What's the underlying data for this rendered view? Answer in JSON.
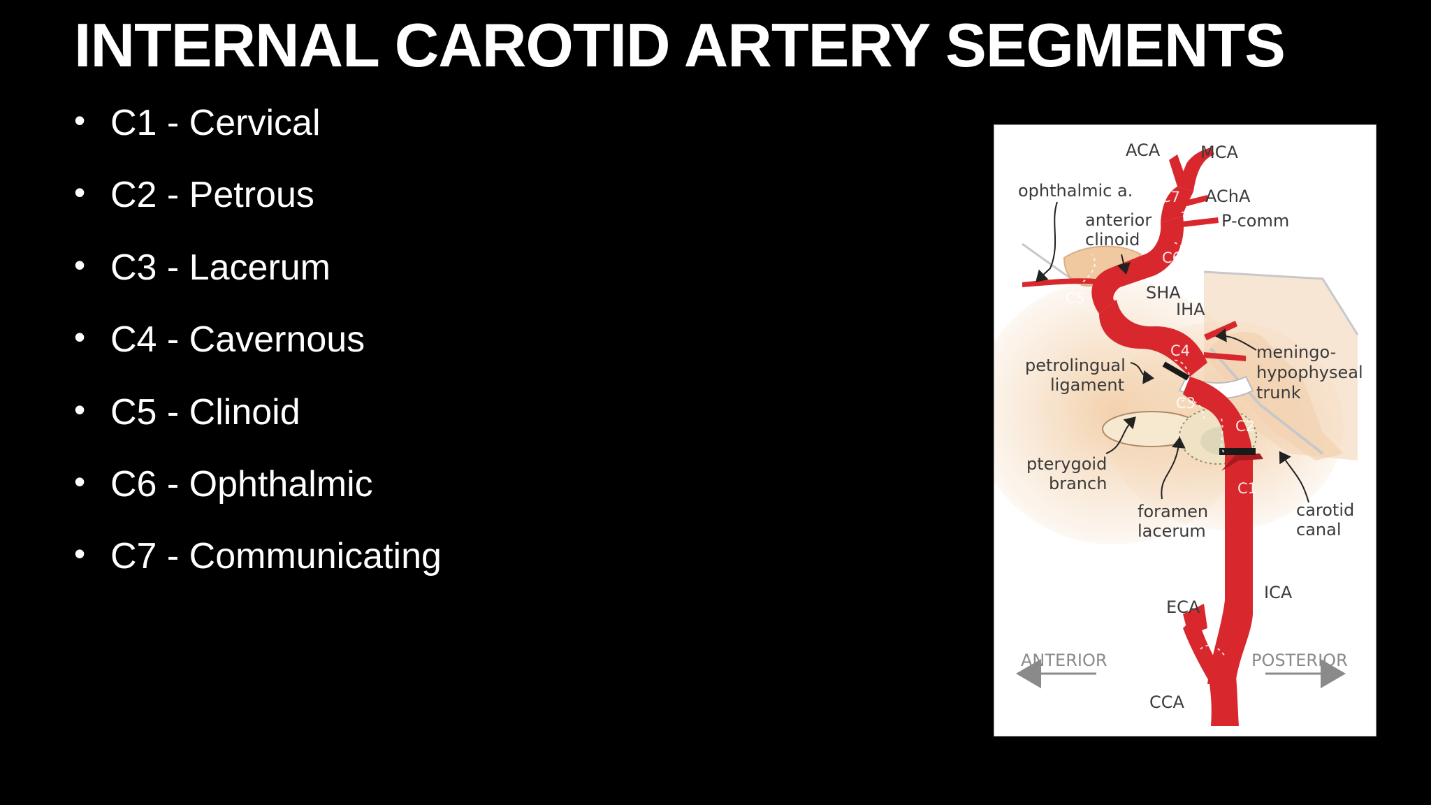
{
  "slide": {
    "title": "INTERNAL CAROTID ARTERY SEGMENTS",
    "bullets": [
      "C1 - Cervical",
      "C2 - Petrous",
      "C3 - Lacerum",
      "C4 - Cavernous",
      "C5 - Clinoid",
      "C6 - Ophthalmic",
      "C7 - Communicating"
    ]
  },
  "diagram": {
    "labels": {
      "aca": "ACA",
      "mca": "MCA",
      "ophthalmic": "ophthalmic a.",
      "acha": "AChA",
      "pcomm": "P-comm",
      "anterior_clinoid_1": "anterior",
      "anterior_clinoid_2": "clinoid",
      "sha": "SHA",
      "iha": "IHA",
      "meningo_1": "meningo-",
      "meningo_2": "hypophyseal",
      "meningo_3": "trunk",
      "petrolingual_1": "petrolingual",
      "petrolingual_2": "ligament",
      "pterygoid_1": "pterygoid",
      "pterygoid_2": "branch",
      "foramen_1": "foramen",
      "foramen_2": "lacerum",
      "carotid_canal_1": "carotid",
      "carotid_canal_2": "canal",
      "ica": "ICA",
      "eca": "ECA",
      "cca": "CCA",
      "anterior": "ANTERIOR",
      "posterior": "POSTERIOR"
    },
    "segments": {
      "c1": "C1",
      "c2": "C2",
      "c3": "C3",
      "c4": "C4",
      "c5": "C5",
      "c6": "C6",
      "c7": "C7"
    },
    "colors": {
      "artery": "#d8282d",
      "artery_dark": "#a81a1f",
      "bone": "#f2d2b0",
      "bone_edge": "#c8c8c8",
      "label": "#3a3a3a",
      "direction": "#8a8a8a"
    }
  }
}
